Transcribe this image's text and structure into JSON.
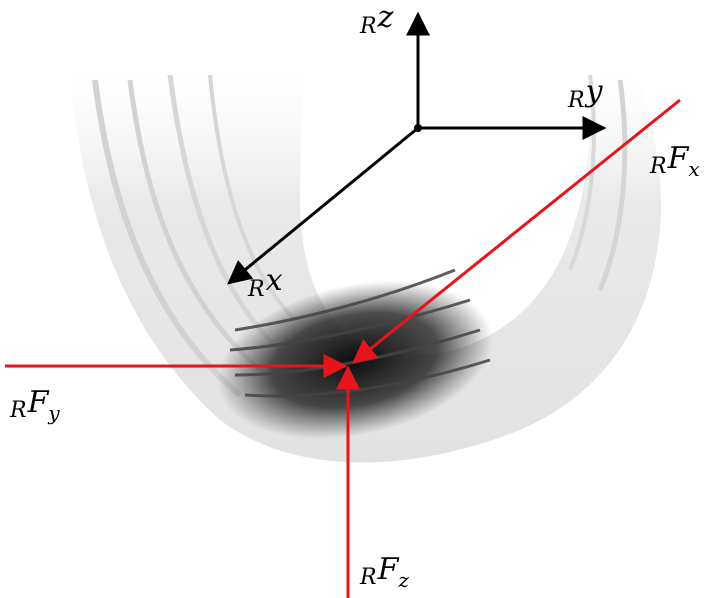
{
  "diagram": {
    "image": "tire-icon",
    "colors": {
      "axis": "#000000",
      "force": "#e8141b",
      "tire": "#e6e6e6",
      "tread": "#111111"
    },
    "axes": [
      {
        "pre": "R",
        "sym": "z"
      },
      {
        "pre": "R",
        "sym": "y"
      },
      {
        "pre": "R",
        "sym": "x"
      }
    ],
    "forces": [
      {
        "pre": "R",
        "sym": "F",
        "idx": "x"
      },
      {
        "pre": "R",
        "sym": "F",
        "idx": "y"
      },
      {
        "pre": "R",
        "sym": "F",
        "idx": "z"
      }
    ]
  }
}
